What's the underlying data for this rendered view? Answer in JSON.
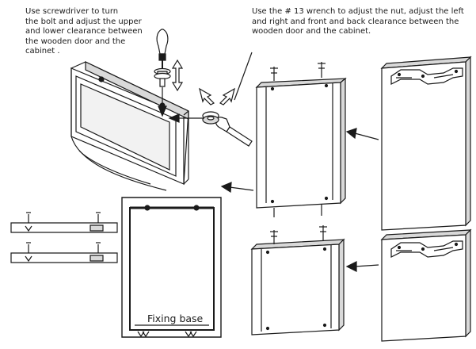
{
  "instructions": {
    "screwdriver": "Use screwdriver to turn\nthe bolt and adjust the upper\nand lower clearance between\nthe wooden door and the\ncabinet .",
    "wrench": "Use the # 13 wrench to adjust the nut, adjust the left\nand right and front and back clearance between the\nwooden door and the cabinet."
  },
  "labels": {
    "fixing_base": "Fixing base"
  },
  "colors": {
    "line": "#1a1a1a",
    "panel_fill": "#ffffff",
    "shade": "#d9d9d9"
  }
}
